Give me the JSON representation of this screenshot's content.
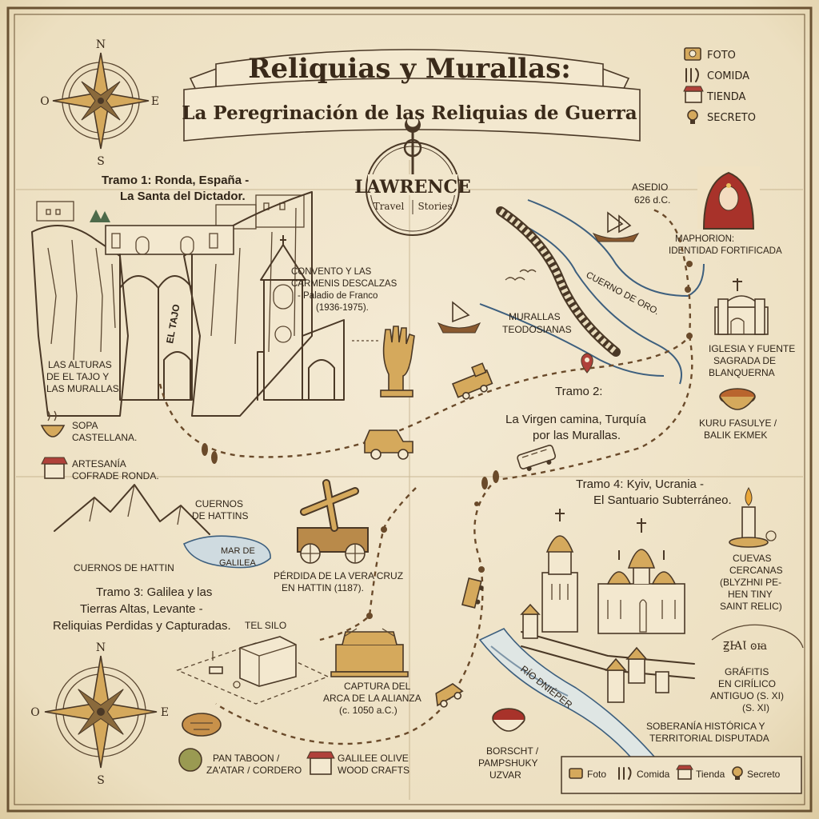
{
  "title": {
    "line1": "Reliquias y Murallas:",
    "line2": "La Peregrinación de las Reliquias de Guerra"
  },
  "logo": {
    "name": "LAWRENCE",
    "sub_left": "Travel",
    "sub_right": "Stories"
  },
  "compass": {
    "n": "N",
    "s": "S",
    "e": "E",
    "w": "O"
  },
  "top_legend": [
    {
      "icon": "camera-icon",
      "label": "FOTO"
    },
    {
      "icon": "food-icon",
      "label": "COMIDA"
    },
    {
      "icon": "shop-icon",
      "label": "TIENDA"
    },
    {
      "icon": "lightbulb-icon",
      "label": "SECRETO"
    }
  ],
  "bottom_legend": [
    {
      "icon": "camera-icon",
      "label": "Foto"
    },
    {
      "icon": "food-icon",
      "label": "Comida"
    },
    {
      "icon": "shop-icon",
      "label": "Tienda"
    },
    {
      "icon": "lightbulb-icon",
      "label": "Secreto"
    }
  ],
  "tramo1": {
    "heading_1": "Tramo 1: Ronda, España -",
    "heading_2": "La Santa del Dictador.",
    "tajo_label": "EL TAJO",
    "convento_1": "CONVENTO Y LAS",
    "convento_2": "CARMENIS DESCALZAS",
    "convento_3": "- Paladio de Franco",
    "convento_4": "(1936-1975).",
    "alturas_1": "LAS ALTURAS",
    "alturas_2": "DE EL TAJO Y",
    "alturas_3": "LAS MURALLAS.",
    "food_1": "SOPA",
    "food_2": "CASTELLANA.",
    "shop_1": "ARTESANÍA",
    "shop_2": "COFRADE RONDA."
  },
  "tramo2": {
    "asedio_1": "ASEDIO",
    "asedio_2": "626 d.C.",
    "maphorion_1": "MAPHORION:",
    "maphorion_2": "IDENTIDAD FORTIFICADA",
    "cuerno": "CUERNO DE ORO.",
    "murallas_1": "MURALLAS",
    "murallas_2": "TEODOSIANAS",
    "iglesia_1": "IGLESIA Y FUENTE",
    "iglesia_2": "SAGRADA DE",
    "iglesia_3": "BLANQUERNA",
    "heading_1": "Tramo 2:",
    "heading_2": "La Virgen camina, Turquía",
    "heading_3": "por las Murallas.",
    "food_1": "KURU FASULYE /",
    "food_2": "BALIK EKMEK"
  },
  "tramo3": {
    "cuernos_1": "CUERNOS",
    "cuernos_2": "DE HATTINS",
    "mar_1": "MAR DE",
    "mar_2": "GALILEA",
    "cuernos_hattin": "CUERNOS DE HATTIN",
    "perdida_1": "PÉRDIDA DE LA VERA CRUZ",
    "perdida_2": "EN HATTIN (1187).",
    "heading_1": "Tramo 3: Galilea y las",
    "heading_2": "Tierras Altas, Levante -",
    "heading_3": "Reliquias Perdidas y Capturadas.",
    "tel_silo": "TEL SILO",
    "captura_1": "CAPTURA DEL",
    "captura_2": "ARCA DE LA ALIANZA",
    "captura_3": "(c. 1050 a.C.)",
    "food_1": "PAN TABOON /",
    "food_2": "ZA'ATAR / CORDERO",
    "shop_1": "GALILEE OLIVE",
    "shop_2": "WOOD CRAFTS"
  },
  "tramo4": {
    "heading_1": "Tramo 4: Kyiv, Ucrania -",
    "heading_2": "El Santuario Subterráneo.",
    "cuevas_1": "CUEVAS",
    "cuevas_2": "CERCANAS",
    "cuevas_3": "(BLYZHNI PE-",
    "cuevas_4": "HEN TINY",
    "cuevas_5": "SAINT RELIC)",
    "graffiti_glyphs": "ꙂꙖꙆ ꙩꙗ",
    "grafitis_1": "GRÁFITIS",
    "grafitis_2": "EN CIRÍLICO",
    "grafitis_3": "ANTIGUO (S. XI)",
    "grafitis_4": "(S. XI)",
    "rio": "RÍO DNIÉPER",
    "soberania_1": "SOBERANÍA HISTÓRICA Y",
    "soberania_2": "TERRITORIAL DISPUTADA",
    "food_1": "BORSCHT /",
    "food_2": "PAMPSHUKY",
    "food_3": "UZVAR"
  },
  "colors": {
    "parchment": "#efe3c8",
    "ink": "#4a3826",
    "gold": "#d5a95c",
    "water": "#3d5f7e",
    "red": "#a8322a"
  }
}
